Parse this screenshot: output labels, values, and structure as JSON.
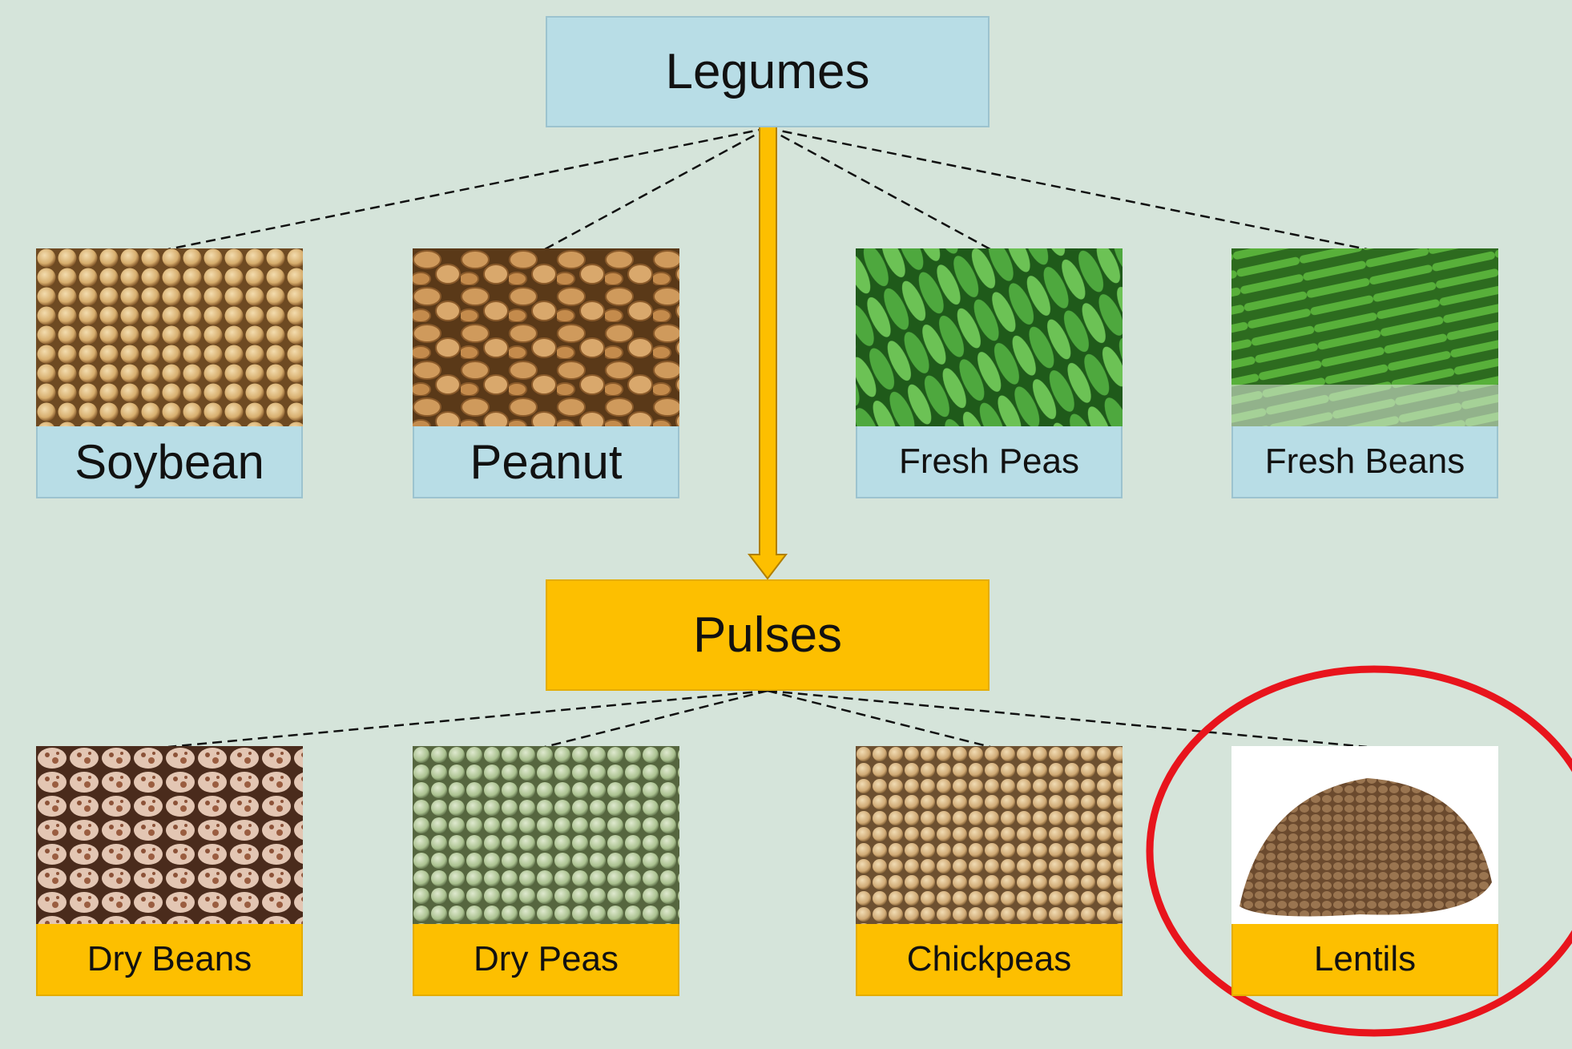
{
  "legumes": {
    "title": "Legumes"
  },
  "pulses": {
    "title": "Pulses"
  },
  "legume_items": [
    {
      "label": "Soybean",
      "image": "soybean-image"
    },
    {
      "label": "Peanut",
      "image": "peanut-image"
    },
    {
      "label": "Fresh Peas",
      "image": "fresh-peas-image"
    },
    {
      "label": "Fresh Beans",
      "image": "fresh-beans-image"
    }
  ],
  "pulse_items": [
    {
      "label": "Dry Beans",
      "image": "dry-beans-image"
    },
    {
      "label": "Dry Peas",
      "image": "dry-peas-image"
    },
    {
      "label": "Chickpeas",
      "image": "chickpeas-image"
    },
    {
      "label": "Lentils",
      "image": "lentils-image",
      "highlighted": true
    }
  ],
  "colors": {
    "background": "#d5e4da",
    "legumes_box": "#b8dde6",
    "pulses_box": "#fdbf00",
    "arrow": "#fdbf00",
    "highlight_circle": "#e8141c"
  }
}
